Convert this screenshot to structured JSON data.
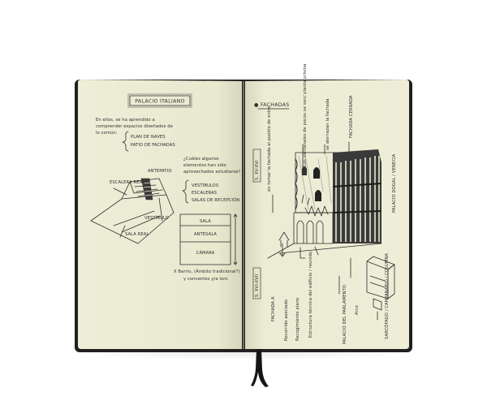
{
  "notebook": {
    "left_page": {
      "title": "PALACIO ITALIANO",
      "intro_lines": [
        "En ellos, se ha aprendido a",
        "comprender espacios diseñados de",
        "lo común:"
      ],
      "bullets": [
        "PLAN DE NAVES",
        "PATIO DE FACHADAS"
      ],
      "question_lines": [
        "¿Cuáles algunos",
        "elementos han sido",
        "aprovechados estudiarse?"
      ],
      "question_items": [
        "VESTÍBULOS",
        "ESCALERAS",
        "SALAS DE RECEPCIÓN"
      ],
      "plan_labels": [
        "SALA",
        "ANTESALA",
        "CÁMARA"
      ],
      "sketch_labels": [
        "ESCALERA REAL",
        "ANTEPATIO",
        "VESTÍBULO",
        "SALA REAL"
      ],
      "footer_lines": [
        "X Barrio, (Ámbito tradicional?)",
        "y conventos y/a loro"
      ]
    },
    "right_page": {
      "header": "● FACHADAS",
      "vertical_notes": [
        "S. XV-XVI",
        "en tomar la fachada al pueblo de entre",
        "Los ventanales de pocos se ven/ planta prisma",
        "se aterrazan la fachada",
        "FACHADA CERRADA",
        "PALACIO DOGAL / VENECIA",
        "S. XVI-XVII",
        "FACHADA A",
        "Recorrido asociado",
        "Recogimiento plano",
        "Estructura técnica del edificio / reunido",
        "PALACIO DEL PARLAMENTO",
        "Arco",
        "SARCÓFAGO / CAMPANARIO / COLUMNA"
      ]
    }
  }
}
